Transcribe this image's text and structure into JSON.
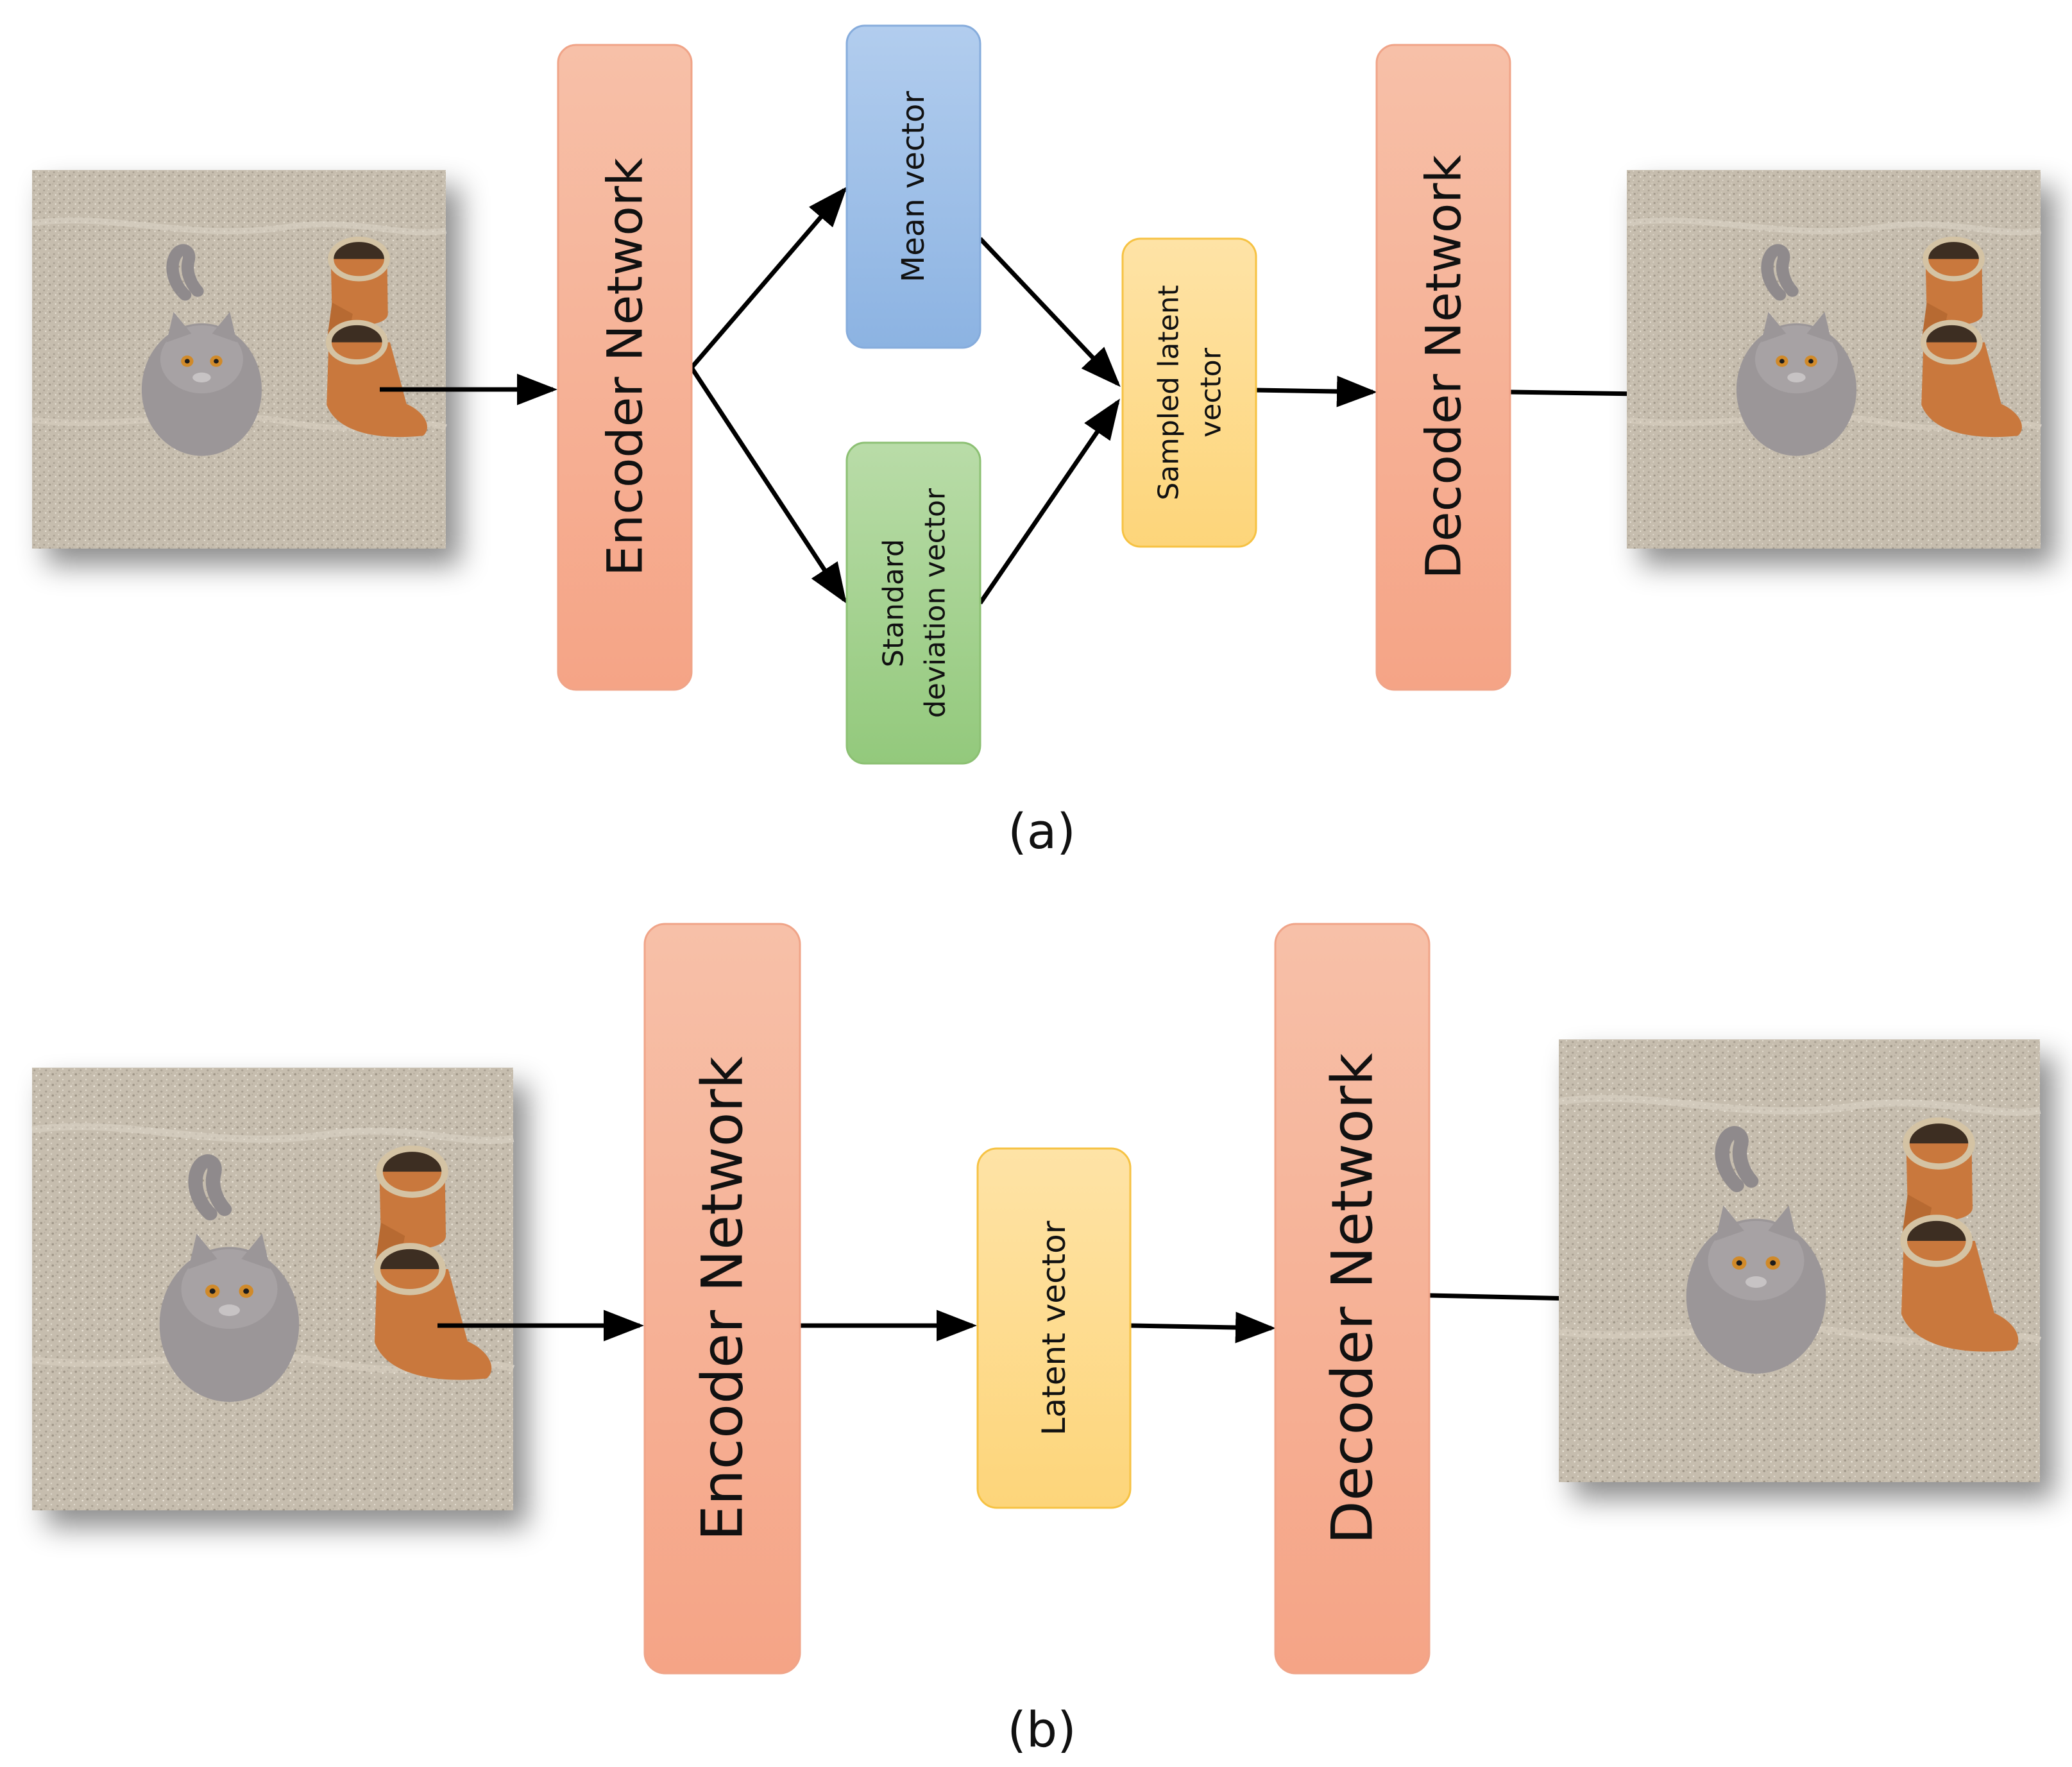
{
  "colors": {
    "encoder_decoder_top": "#f7c0a8",
    "encoder_decoder_bottom": "#f5a486",
    "encoder_decoder_border": "#f0a488",
    "mean_top": "#b2cdee",
    "mean_bottom": "#8cb3e2",
    "mean_border": "#86acdc",
    "std_top": "#b9dca8",
    "std_bottom": "#93c97c",
    "std_border": "#8cc073",
    "latent_top": "#fee3a6",
    "latent_bottom": "#fdd57a",
    "latent_border": "#f6c243",
    "arrow": "#000000",
    "carpet": "#c6bdae",
    "cat": "#9b9698",
    "boot": "#c9783c"
  },
  "icons": {
    "input_photo": "cat-and-boots-photo",
    "output_photo": "cat-and-boots-photo"
  },
  "panel_a": {
    "caption": "(a)",
    "encoder_label": "Encoder Network",
    "mean_label": "Mean vector",
    "std_label_line1": "Standard",
    "std_label_line2": "deviation vector",
    "sampled_label_line1": "Sampled latent",
    "sampled_label_line2": "vector",
    "decoder_label": "Decoder Network"
  },
  "panel_b": {
    "caption": "(b)",
    "encoder_label": "Encoder Network",
    "latent_label": "Latent vector",
    "decoder_label": "Decoder Network"
  }
}
